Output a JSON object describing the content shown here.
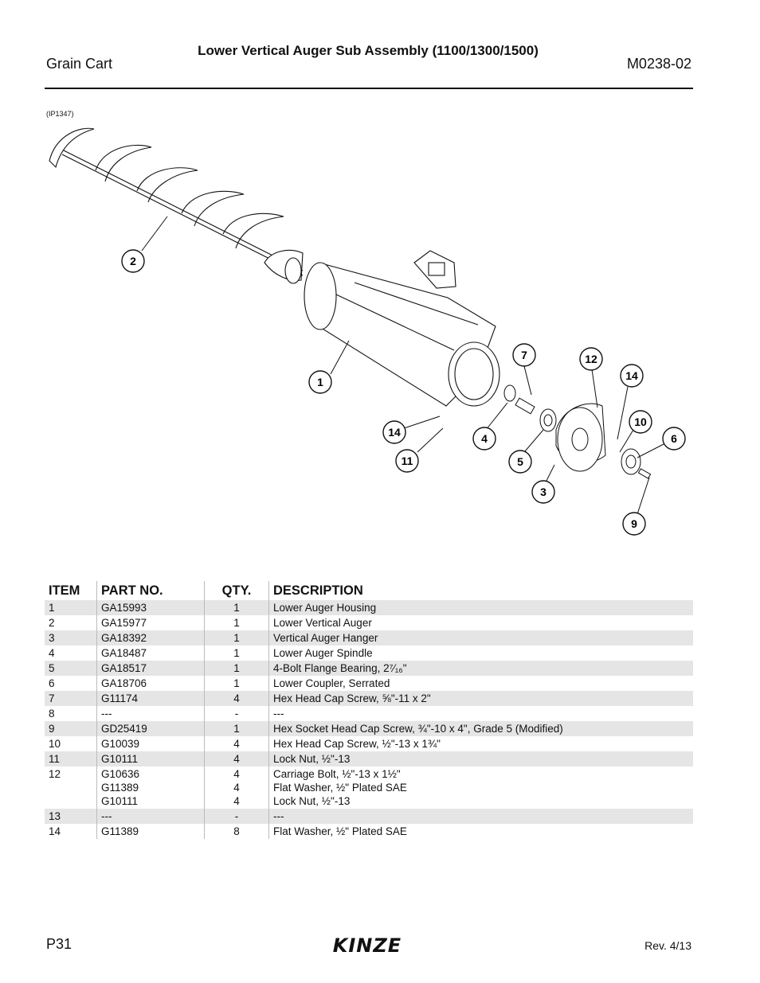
{
  "header": {
    "title": "Lower Vertical Auger Sub Assembly (1100/1300/1500)",
    "left": "Grain Cart",
    "right": "M0238-02"
  },
  "figure": {
    "ref": "(IP1347)",
    "callouts": [
      "2",
      "1",
      "7",
      "12",
      "14",
      "10",
      "6",
      "14",
      "4",
      "11",
      "5",
      "3",
      "9"
    ]
  },
  "table": {
    "headers": [
      "ITEM",
      "PART NO.",
      "QTY.",
      "DESCRIPTION"
    ],
    "rows": [
      {
        "item": "1",
        "part": "GA15993",
        "qty": "1",
        "desc": "Lower Auger Housing"
      },
      {
        "item": "2",
        "part": "GA15977",
        "qty": "1",
        "desc": "Lower Vertical Auger"
      },
      {
        "item": "3",
        "part": "GA18392",
        "qty": "1",
        "desc": "Vertical Auger Hanger"
      },
      {
        "item": "4",
        "part": "GA18487",
        "qty": "1",
        "desc": "Lower Auger Spindle"
      },
      {
        "item": "5",
        "part": "GA18517",
        "qty": "1",
        "desc": "4-Bolt Flange Bearing, 2⁷⁄₁₆\""
      },
      {
        "item": "6",
        "part": "GA18706",
        "qty": "1",
        "desc": "Lower Coupler, Serrated"
      },
      {
        "item": "7",
        "part": "G11174",
        "qty": "4",
        "desc": "Hex Head Cap Screw, ⅝\"-11 x 2\""
      },
      {
        "item": "8",
        "part": "---",
        "qty": "-",
        "desc": "---"
      },
      {
        "item": "9",
        "part": "GD25419",
        "qty": "1",
        "desc": "Hex Socket Head Cap Screw, ¾\"-10 x 4\", Grade 5 (Modified)"
      },
      {
        "item": "10",
        "part": "G10039",
        "qty": "4",
        "desc": "Hex Head Cap Screw, ½\"-13 x 1¾\""
      },
      {
        "item": "11",
        "part": "G10111",
        "qty": "4",
        "desc": "Lock Nut, ½\"-13"
      },
      {
        "item": "12",
        "parts": [
          "G10636",
          "G11389",
          "G10111"
        ],
        "qtys": [
          "4",
          "4",
          "4"
        ],
        "descs": [
          "Carriage Bolt, ½\"-13 x 1½\"",
          "Flat Washer, ½\" Plated SAE",
          "Lock Nut, ½\"-13"
        ]
      },
      {
        "item": "13",
        "part": "---",
        "qty": "-",
        "desc": "---"
      },
      {
        "item": "14",
        "part": "G11389",
        "qty": "8",
        "desc": "Flat Washer, ½\" Plated SAE"
      }
    ]
  },
  "footer": {
    "page": "P31",
    "logo": "KINZE",
    "rev": "Rev. 4/13"
  }
}
